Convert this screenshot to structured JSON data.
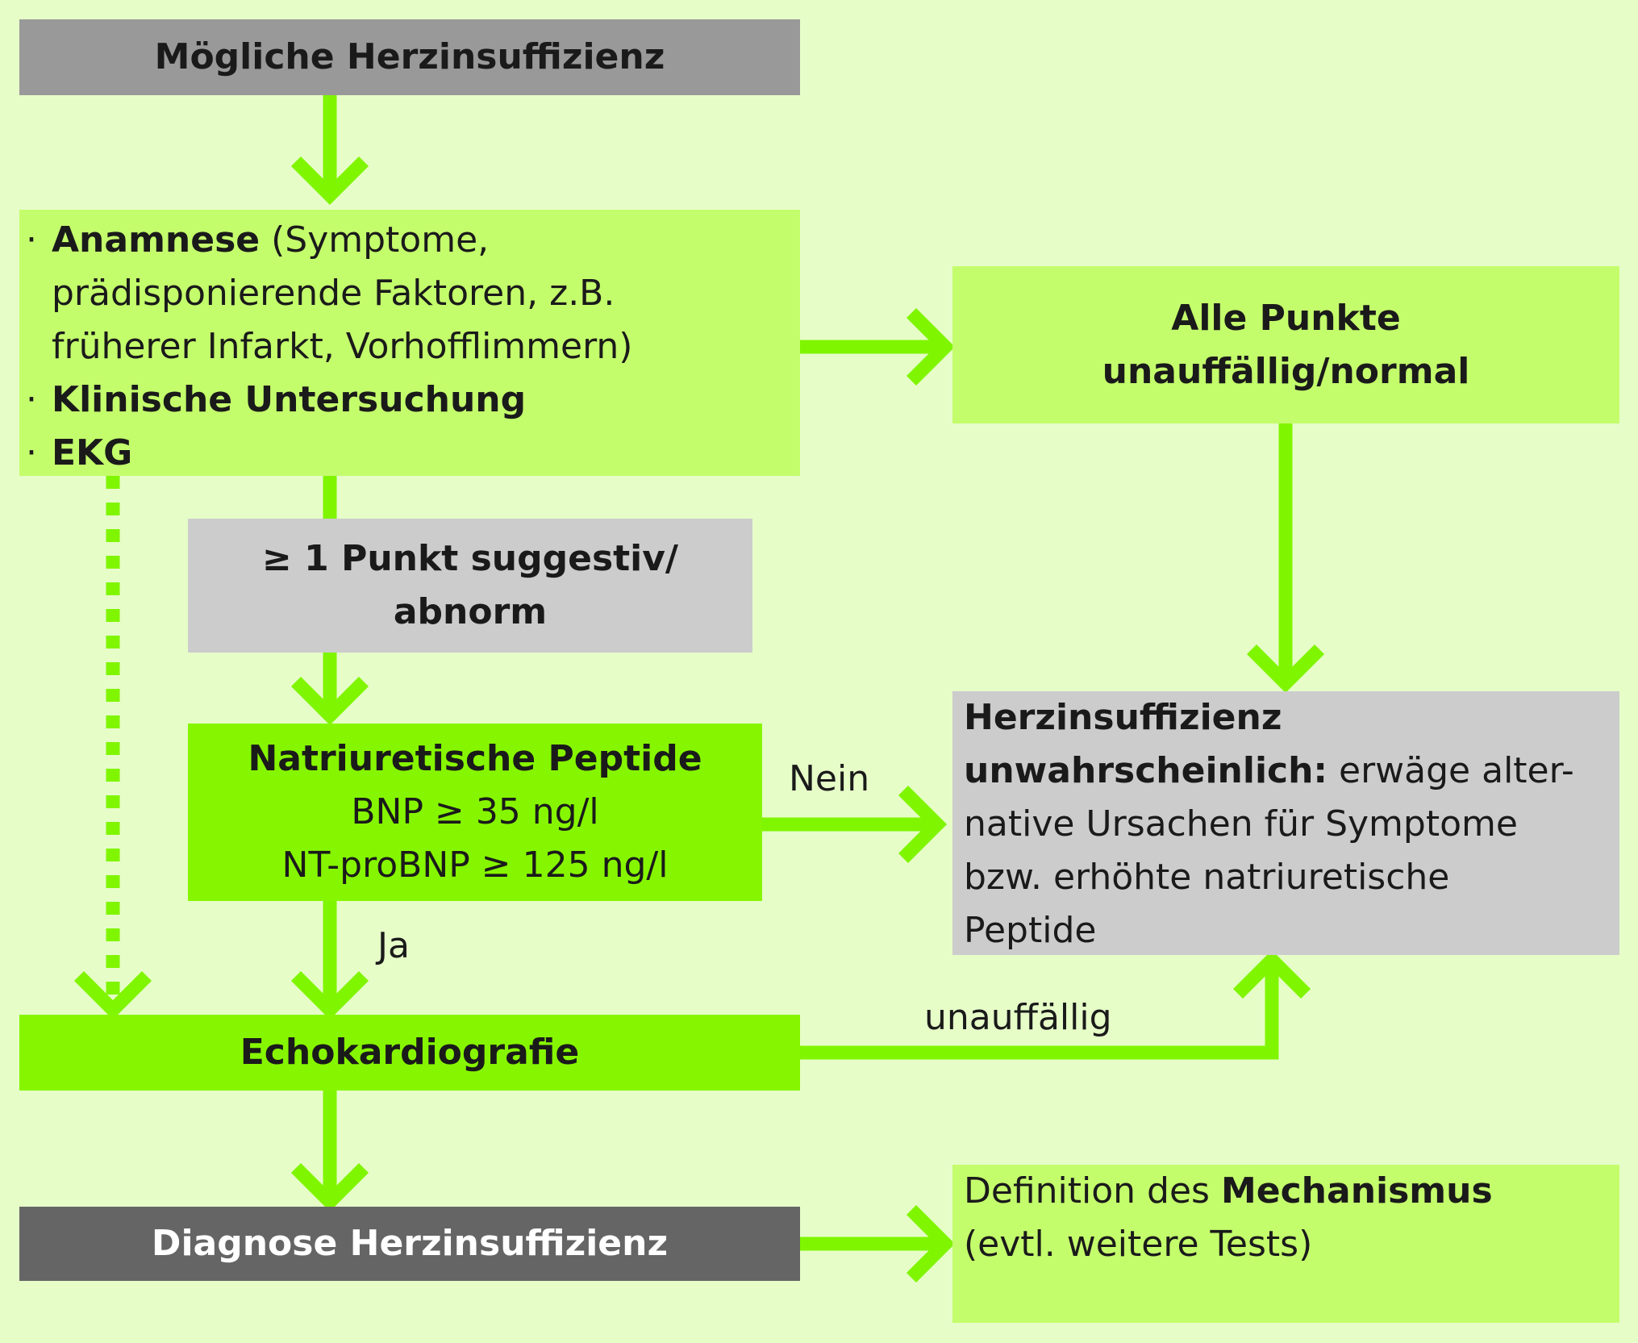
{
  "nodes": {
    "start": {
      "label": "Mögliche Herzinsuffizienz"
    },
    "assessment": {
      "items": [
        {
          "bold": "Anamnese",
          "rest": " (Symptome,",
          "cont": [
            "prädisponierende Faktoren, z.B.",
            "früherer Infarkt, Vorhofflimmern)"
          ]
        },
        {
          "bold": "Klinische Untersuchung"
        },
        {
          "bold": "EKG"
        }
      ]
    },
    "normal": {
      "line1": "Alle Punkte",
      "line2": "unauffällig/normal"
    },
    "suggestive": {
      "line1": "≥ 1 Punkt suggestiv/",
      "line2": "abnorm"
    },
    "peptides": {
      "title": "Natriuretische Peptide",
      "line1": "BNP ≥ 35 ng/l",
      "line2": "NT-proBNP ≥ 125 ng/l"
    },
    "unlikely": {
      "bold1": "Herzinsuffizienz",
      "bold2": "unwahrscheinlich:",
      "rest1": " erwäge alter-",
      "line3": "native Ursachen für Symptome",
      "line4": "bzw. erhöhte natriuretische",
      "line5": "Peptide"
    },
    "echo": {
      "label": "Echokardiografie"
    },
    "diagnosis": {
      "label": "Diagnose Herzinsuffizienz"
    },
    "mechanism": {
      "pre": "Definition des ",
      "bold": "Mechanismus",
      "line2": "(evtl. weitere Tests)"
    }
  },
  "edge_labels": {
    "no": "Nein",
    "yes": "Ja",
    "normal_echo": "unauffällig"
  },
  "colors": {
    "background": "#e6fdc8",
    "arrow": "#80f500",
    "box_green": "#c4fd6c",
    "box_bright_green": "#86f600",
    "box_gray": "#999999",
    "box_light_gray": "#cccccc",
    "box_dark_gray": "#656565"
  }
}
